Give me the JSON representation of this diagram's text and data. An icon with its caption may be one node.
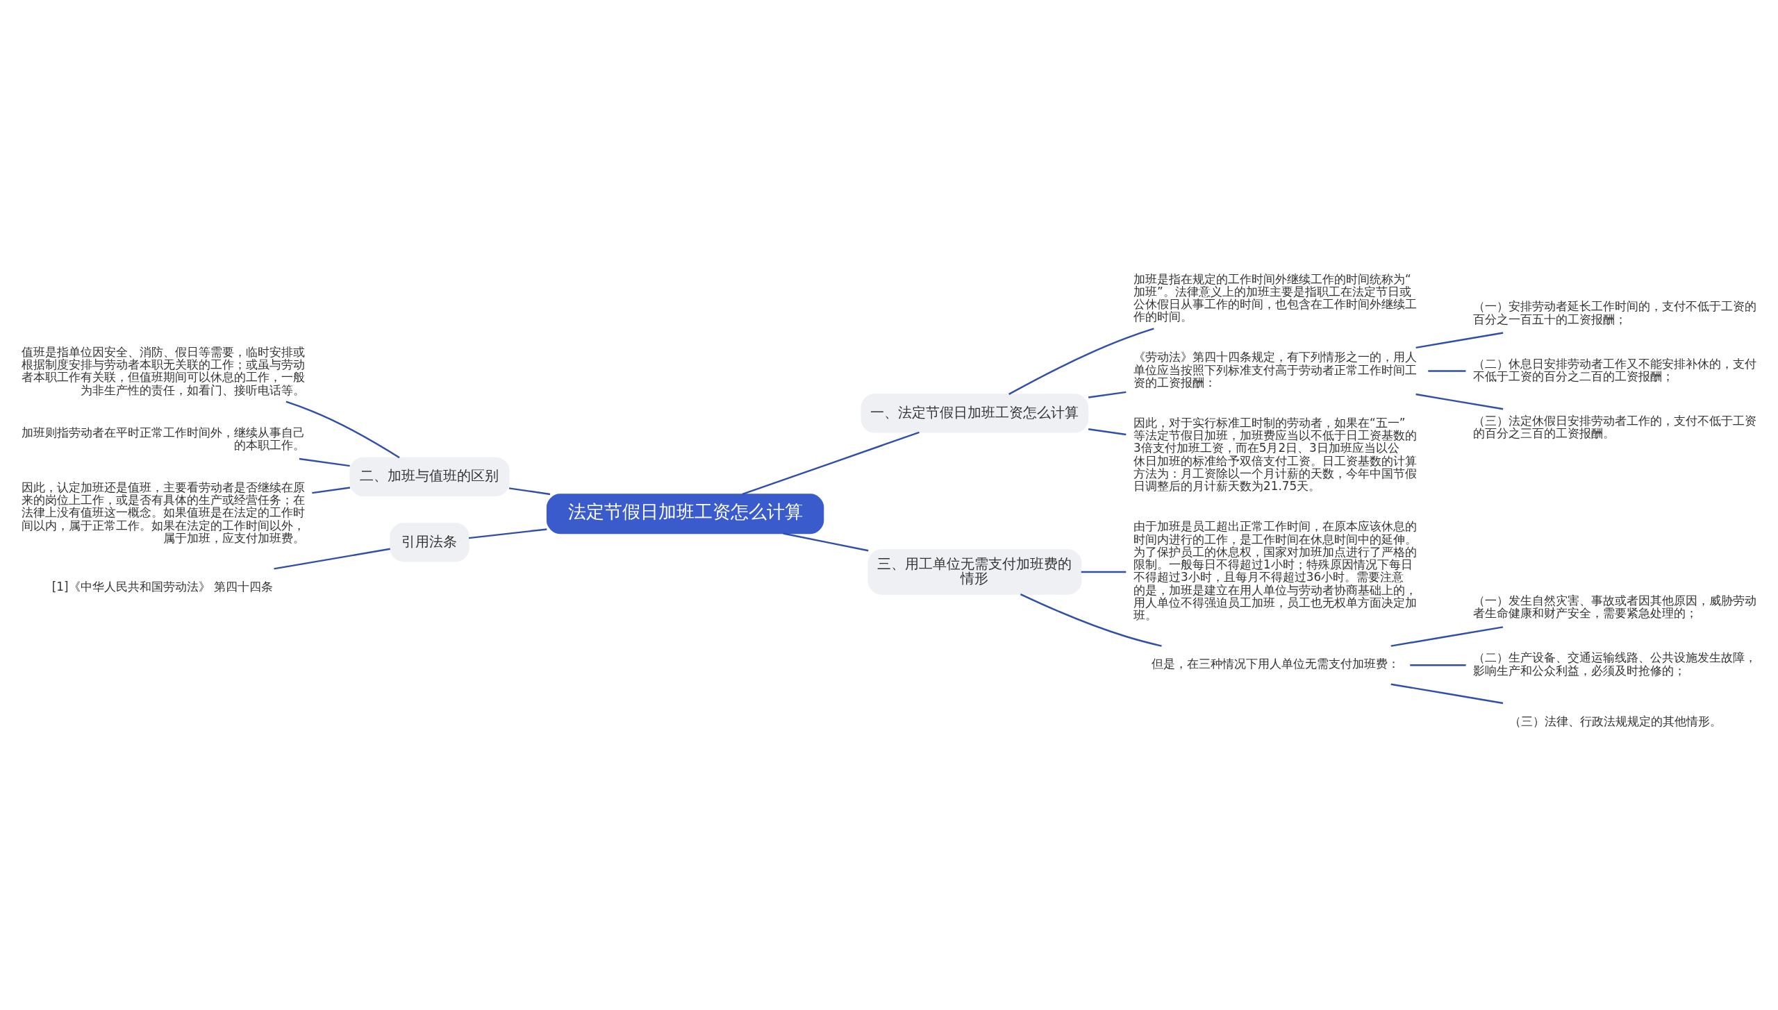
{
  "diagram": {
    "nodes": [
      {
        "text": [
          "法定节假日加班工资怎么计算"
        ]
      },
      {
        "text": [
          "一、法定节假日加班工资怎么计算"
        ]
      },
      {
        "text": [
          "加班是指在规定的工作时间外继续工作的时间统称为“加班”。法律意义上的加班主要是指职工在法定节日或公休假日从事工作的时间，也包含在工作时间外继续工作的时间。"
        ]
      },
      {
        "text": [
          "《劳动法》第四十四条规定，有下列情形之一的，用人单位应当按照下列标准支付高于劳动者正常工作时间工资的工资报酬："
        ]
      },
      {
        "text": [
          "（一）安排劳动者延长工作时间的，支付不低于工资的百分之一百五十的工资报酬；"
        ]
      },
      {
        "text": [
          "（二）休息日安排劳动者工作又不能安排补休的，支付不低于工资的百分之二百的工资报酬；"
        ]
      },
      {
        "text": [
          "（三）法定休假日安排劳动者工作的，支付不低于工资的百分之三百的工资报酬。"
        ]
      },
      {
        "text": [
          "因此，对于实行标准工时制的劳动者，如果在“五一”等法定节假日加班，加班费应当以不低于日工资基数的3倍支付加班工资，而在5月2日、3日加班应当以公休日加班的标准给予双倍支付工资。日工资基数的计算方法为：月工资除以一个月计薪的天数，今年中国节假日调整后的月计薪天数为21.75天。"
        ]
      },
      {
        "text": [
          "三、用工单位无需支付加班费的情形"
        ]
      },
      {
        "text": [
          "由于加班是员工超出正常工作时间，在原本应该休息的时间内进行的工作，是工作时间在休息时间中的延伸。为了保护员工的休息权，国家对加班加点进行了严格的限制。一般每日不得超过1小时；特殊原因情况下每日不得超过3小时，且每月不得超过36小时。需要注意的是，加班是建立在用人单位与劳动者协商基础上的，用人单位不得强迫员工加班，员工也无权单方面决定加班。"
        ]
      },
      {
        "text": [
          "但是，在三种情况下用人单位无需支付加班费："
        ]
      },
      {
        "text": [
          "（一）发生自然灾害、事故或者因其他原因，威胁劳动者生命健康和财产安全，需要紧急处理的；"
        ]
      },
      {
        "text": [
          "（二）生产设备、交通运输线路、公共设施发生故障，影响生产和公众利益，必须及时抢修的；"
        ]
      },
      {
        "text": [
          "（三）法律、行政法规规定的其他情形。"
        ]
      },
      {
        "text": [
          "二、加班与值班的区别"
        ]
      },
      {
        "text": [
          "值班是指单位因安全、消防、假日等需要，临时安排或根据制度安排与劳动者本职无关联的工作；或虽与劳动者本职工作有关联，但值班期间可以休息的工作，一般为非生产性的责任，如看门、接听电话等。"
        ]
      },
      {
        "text": [
          "加班则指劳动者在平时正常工作时间外，继续从事自己的本职工作。"
        ]
      },
      {
        "text": [
          "因此，认定加班还是值班，主要看劳动者是否继续在原来的岗位上工作，或是否有具体的生产或经营任务；在法律上没有值班这一概念。如果值班是在法定的工作时间以内，属于正常工作。如果在法定的工作时间以外，属于加班，应支付加班费。"
        ]
      },
      {
        "text": [
          "引用法条"
        ]
      },
      {
        "text": [
          "[1]《中华人民共和国劳动法》 第四十四条"
        ]
      }
    ],
    "edges": [
      {
        "from": 0,
        "to": 1,
        "arrow": "none"
      },
      {
        "from": 1,
        "to": 2,
        "arrow": "none"
      },
      {
        "from": 1,
        "to": 3,
        "arrow": "none"
      },
      {
        "from": 3,
        "to": 4,
        "arrow": "none"
      },
      {
        "from": 3,
        "to": 5,
        "arrow": "none"
      },
      {
        "from": 3,
        "to": 6,
        "arrow": "none"
      },
      {
        "from": 1,
        "to": 7,
        "arrow": "none"
      },
      {
        "from": 0,
        "to": 8,
        "arrow": "none"
      },
      {
        "from": 8,
        "to": 9,
        "arrow": "none"
      },
      {
        "from": 8,
        "to": 10,
        "arrow": "none"
      },
      {
        "from": 10,
        "to": 11,
        "arrow": "none"
      },
      {
        "from": 10,
        "to": 12,
        "arrow": "none"
      },
      {
        "from": 10,
        "to": 13,
        "arrow": "none"
      },
      {
        "from": 0,
        "to": 14,
        "arrow": "none"
      },
      {
        "from": 14,
        "to": 15,
        "arrow": "none"
      },
      {
        "from": 14,
        "to": 16,
        "arrow": "none"
      },
      {
        "from": 14,
        "to": 17,
        "arrow": "none"
      },
      {
        "from": 0,
        "to": 18,
        "arrow": "none"
      },
      {
        "from": 18,
        "to": 19,
        "arrow": "none"
      }
    ]
  }
}
